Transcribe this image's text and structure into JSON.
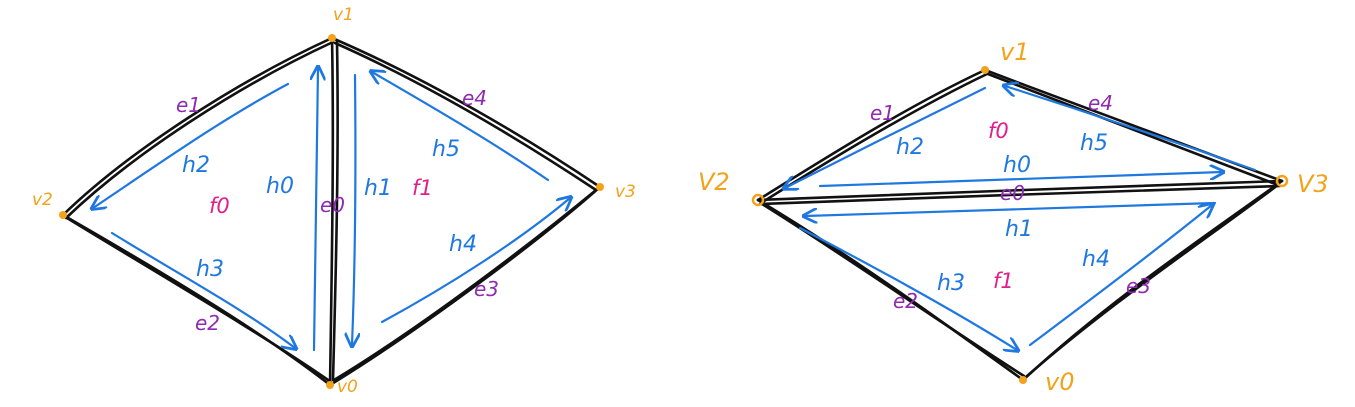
{
  "colors": {
    "edge": "#111111",
    "halfedge": "#1f78e0",
    "vertex": "#f2a21b",
    "vertex_label": "#f2a21b",
    "edge_label": "#8e2bb0",
    "halfedge_label": "#1f78e0",
    "face_label": "#e0208a"
  },
  "left": {
    "vertices": {
      "v0": "v0",
      "v1": "v1",
      "v2": "v2",
      "v3": "v3"
    },
    "edges": {
      "e0": "e0",
      "e1": "e1",
      "e2": "e2",
      "e3": "e3",
      "e4": "e4"
    },
    "halfedges": {
      "h0": "h0",
      "h1": "h1",
      "h2": "h2",
      "h3": "h3",
      "h4": "h4",
      "h5": "h5"
    },
    "faces": {
      "f0": "f0",
      "f1": "f1"
    }
  },
  "right": {
    "vertices": {
      "v0": "v0",
      "v1": "v1",
      "v2": "V2",
      "v3": "V3"
    },
    "edges": {
      "e0": "e0",
      "e1": "e1",
      "e2": "e2",
      "e3": "e3",
      "e4": "e4"
    },
    "halfedges": {
      "h0": "h0",
      "h1": "h1",
      "h2": "h2",
      "h3": "h3",
      "h4": "h4",
      "h5": "h5"
    },
    "faces": {
      "f0": "f0",
      "f1": "f1"
    }
  }
}
